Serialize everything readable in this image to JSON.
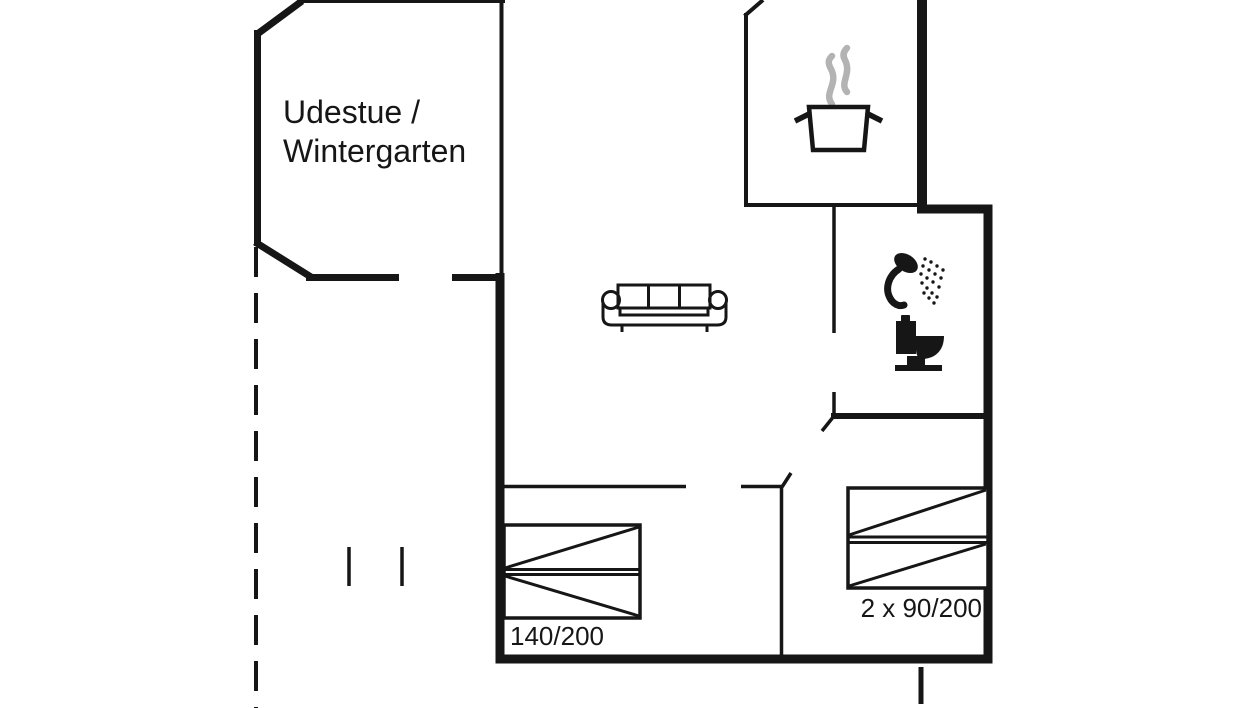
{
  "colors": {
    "background": "#ffffff",
    "line": "#161616",
    "steam": "#b3b3b3"
  },
  "rooms": {
    "udestue": {
      "label_line1": "Udestue /",
      "label_line2": "Wintergarten"
    }
  },
  "beds": {
    "double": {
      "label": "140/200"
    },
    "twin": {
      "label": "2 x 90/200"
    }
  },
  "icons": {
    "kitchen": "cooking-pot-icon",
    "bathroom_shower": "shower-icon",
    "bathroom_toilet": "toilet-icon",
    "living_room": "sofa-icon"
  }
}
